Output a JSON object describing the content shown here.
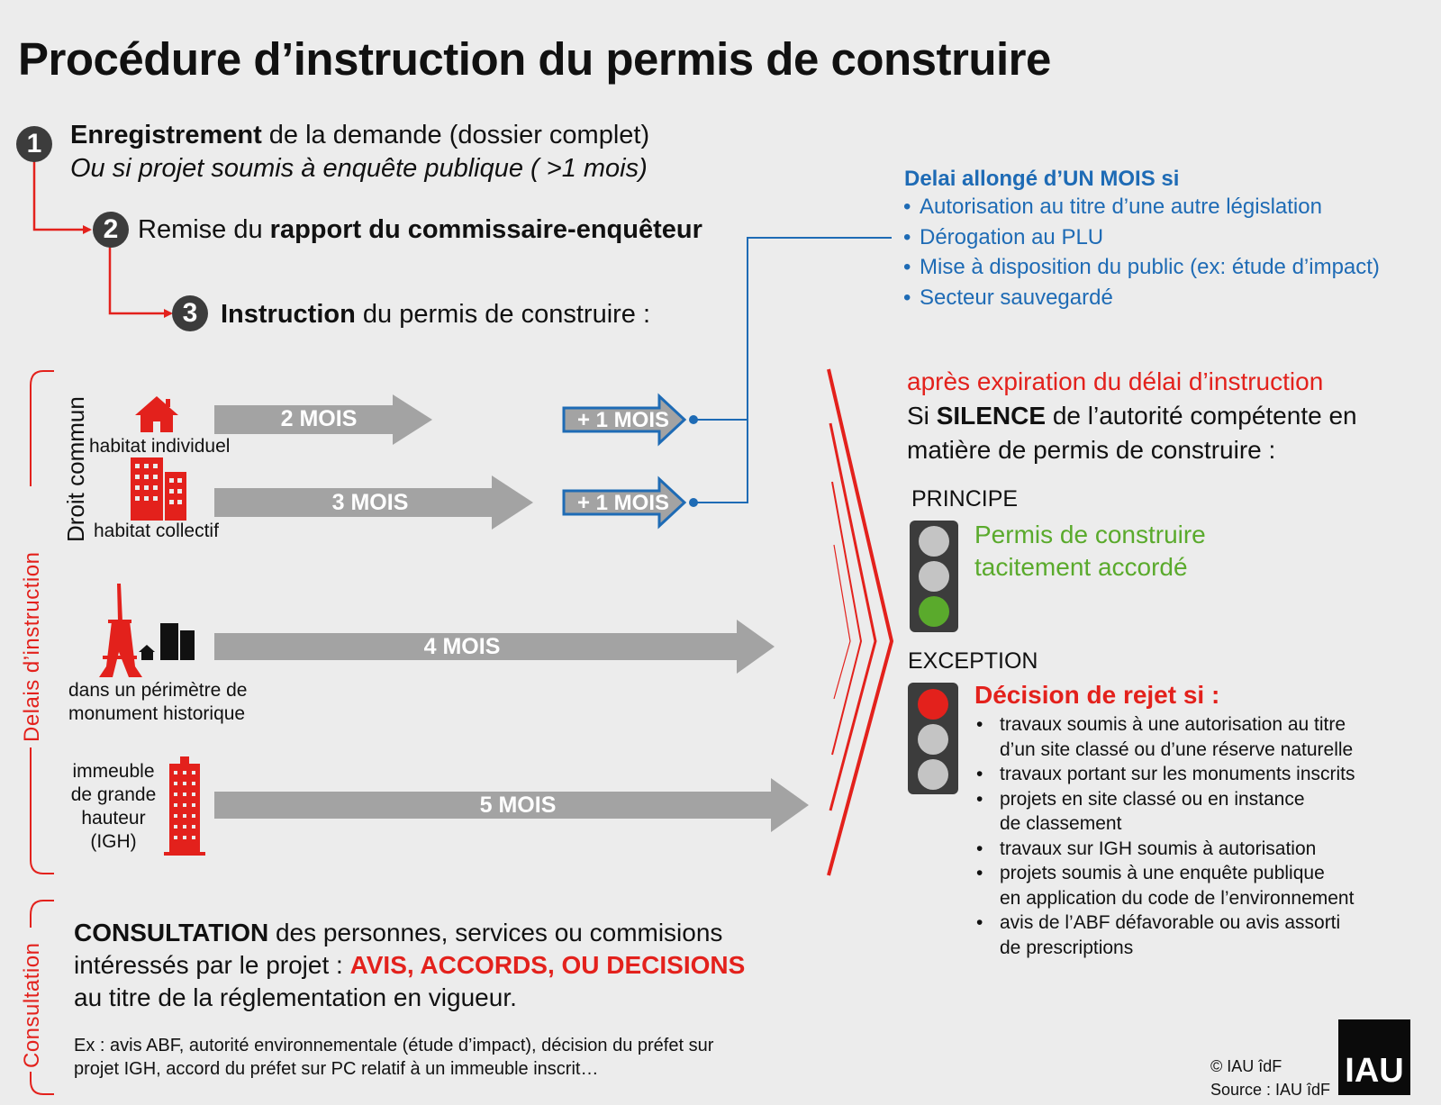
{
  "title": "Procédure d’instruction du permis de construire",
  "steps": [
    {
      "num": "1",
      "bold": "Enregistrement",
      "rest": " de la demande (dossier complet)",
      "sub": "Ou si projet soumis à enquête publique ( >1 mois)"
    },
    {
      "num": "2",
      "pre": "Remise du ",
      "bold": "rapport du commissaire-enquêteur"
    },
    {
      "num": "3",
      "bold": "Instruction",
      "rest": " du permis de construire :"
    }
  ],
  "extension": {
    "heading": "Delai allongé d’UN MOIS si",
    "items": [
      "Autorisation au titre d’une autre législation",
      "Dérogation au PLU",
      "Mise à disposition du public (ex: étude d’impact)",
      "Secteur sauvegardé"
    ]
  },
  "side_labels": {
    "delais": "Delais d’instruction",
    "droit": "Droit commun",
    "consultation": "Consultation"
  },
  "categories": [
    {
      "label": "habitat individuel",
      "duration": "2 MOIS",
      "extra": "+ 1 MOIS"
    },
    {
      "label": "habitat collectif",
      "duration": "3 MOIS",
      "extra": "+ 1 MOIS"
    },
    {
      "label_lines": [
        "dans un périmètre de",
        "monument historique"
      ],
      "duration": "4 MOIS"
    },
    {
      "label_lines": [
        "immeuble",
        "de grande",
        "hauteur",
        "(IGH)"
      ],
      "duration": "5 MOIS"
    }
  ],
  "silence": {
    "line1": "après expiration du délai d’instruction",
    "line2_pre": "Si ",
    "line2_bold": "SILENCE",
    "line2_rest": " de l’autorité compétente en",
    "line3": "matière de permis de construire :"
  },
  "principe": {
    "heading": "PRINCIPE",
    "line1": "Permis de construire",
    "line2": "tacitement accordé"
  },
  "exception": {
    "heading": "EXCEPTION",
    "title": "Décision de rejet si :",
    "items": [
      [
        "travaux soumis à une autorisation au titre",
        "d’un site classé ou d’une réserve naturelle"
      ],
      [
        "travaux portant sur les monuments inscrits"
      ],
      [
        "projets en site classé ou en instance",
        "de classement"
      ],
      [
        "travaux sur IGH soumis à autorisation"
      ],
      [
        "projets soumis à une enquête publique",
        "en application du code de l’environnement"
      ],
      [
        "avis de l’ABF défavorable ou avis assorti",
        "de prescriptions"
      ]
    ]
  },
  "consultation": {
    "bold": "CONSULTATION",
    "line1_rest": " des personnes, services ou commisions",
    "line2_pre": "intéressés par le projet : ",
    "line2_red": "AVIS, ACCORDS, OU DECISIONS",
    "line3": "au titre de la réglementation en vigueur.",
    "example1": "Ex : avis ABF, autorité environnementale (étude d’impact), décision du préfet sur",
    "example2": "projet IGH, accord du préfet sur PC relatif à un immeuble inscrit…"
  },
  "credit": {
    "copyright": "© IAU îdF",
    "source": "Source : IAU îdF",
    "logo": "IAU"
  },
  "colors": {
    "red": "#e3211c",
    "blue": "#1e6bb5",
    "green": "#5aaa2c",
    "gray_arrow": "#a3a3a3",
    "dark": "#3c3c3c"
  }
}
